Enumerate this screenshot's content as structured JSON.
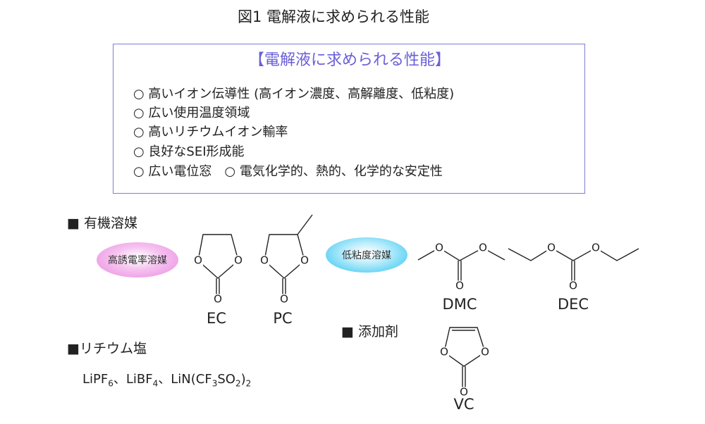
{
  "title": "図1 電解液に求められる性能",
  "box": {
    "title": "【電解液に求められる性能】",
    "items": [
      "○ 高いイオン伝導性 (高イオン濃度、高解離度、低粘度)",
      "○ 広い使用温度領域",
      "○ 高いリチウムイオン輸率",
      "○ 良好なSEI形成能",
      "○ 広い電位窓　○ 電気化学的、熱的、化学的な安定性"
    ]
  },
  "organic_solvents": {
    "heading": "■ 有機溶媒",
    "high_dielectric": "高誘電率溶媒",
    "low_viscosity": "低粘度溶媒",
    "molecules": [
      "EC",
      "PC",
      "DMC",
      "DEC"
    ]
  },
  "additives": {
    "heading": "■ 添加剤",
    "molecules": [
      "VC"
    ]
  },
  "lithium_salts": {
    "heading": "■リチウム塩",
    "formula": {
      "a": "LiPF",
      "a_sub": "6",
      "sep1": "、LiBF",
      "b_sub": "4",
      "sep2": "、LiN(CF",
      "c_sub": "3",
      "d": "SO",
      "d_sub": "2",
      "e": ")",
      "e_sub": "2"
    }
  },
  "atom_label": "O"
}
